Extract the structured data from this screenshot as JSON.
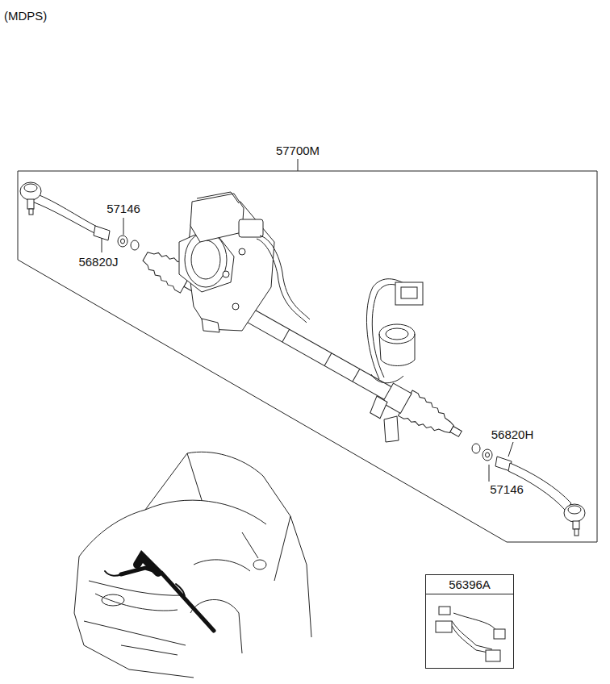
{
  "diagram": {
    "title": "(MDPS)",
    "nodes": [
      {
        "text": [
          "56396A"
        ]
      }
    ],
    "labels": [
      "57700M",
      "57146",
      "56820J",
      "56820H",
      "57146"
    ]
  }
}
